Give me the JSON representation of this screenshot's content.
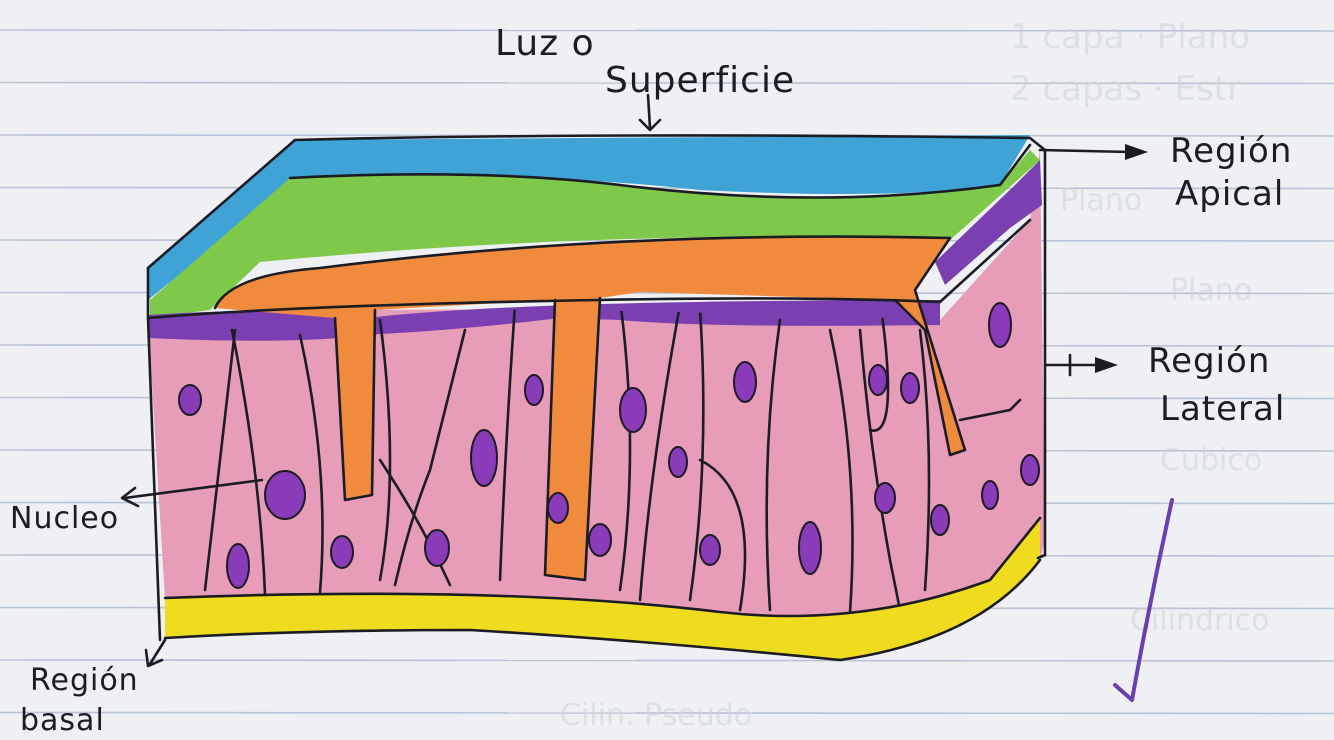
{
  "labels": {
    "luz": "Luz o",
    "superficie": "Superficie",
    "region_apical_1": "Región",
    "region_apical_2": "Apical",
    "region_lateral_1": "Región",
    "region_lateral_2": "Lateral",
    "nucleo": "Nucleo",
    "region_basal_1": "Región",
    "region_basal_2": "basal"
  },
  "colors": {
    "paper": "#eef0f3",
    "ruled_line": "#b9c3d6",
    "surface_blue": "#3fa3d6",
    "green_layer": "#7fc94a",
    "orange_lumen": "#f08a3c",
    "purple_border": "#7a3fb0",
    "cell_pink": "#e79cb8",
    "nucleus_purple": "#8a3cb8",
    "basal_yellow": "#f0dc1e",
    "check_mark": "#6a3fb0",
    "ink": "#1c1c24"
  }
}
